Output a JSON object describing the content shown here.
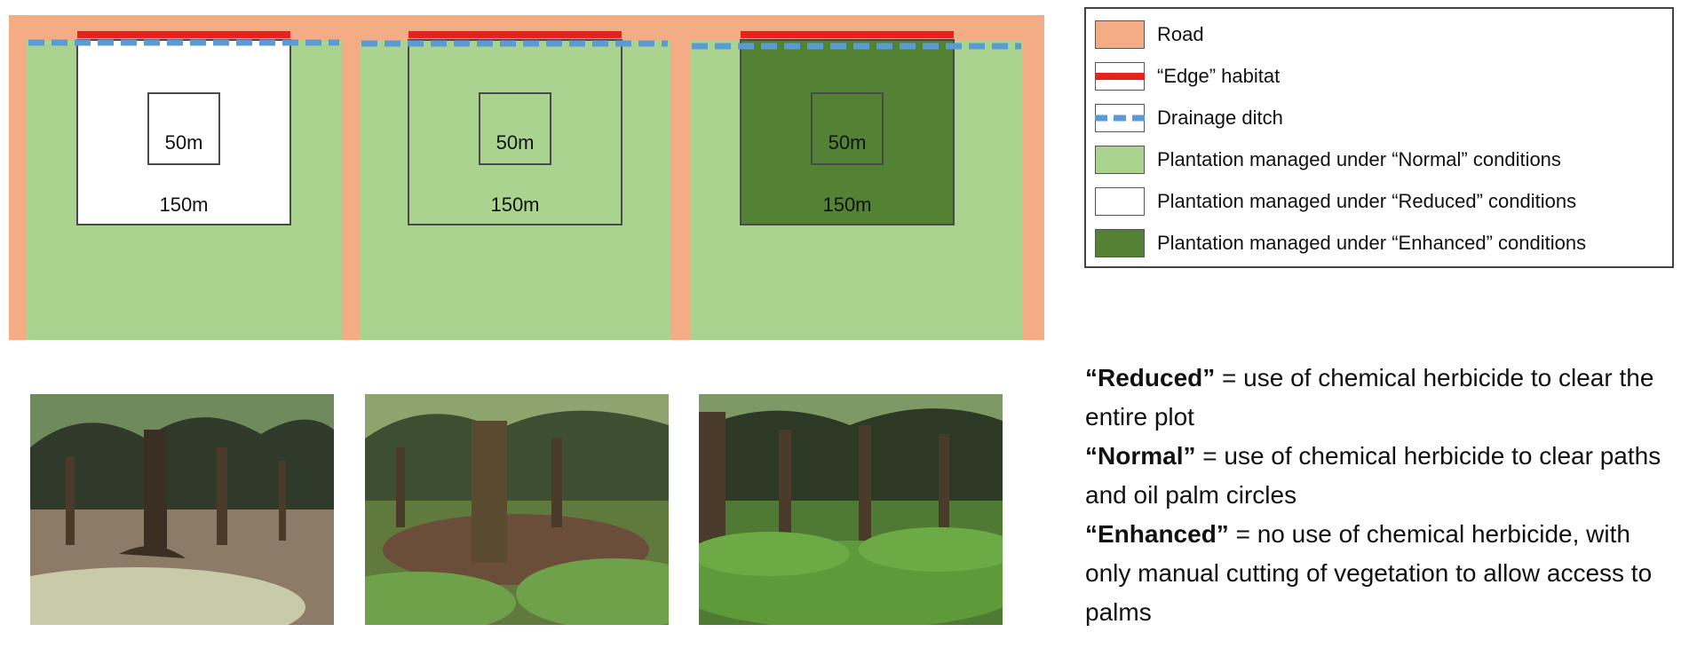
{
  "colors": {
    "road": "#F3AC83",
    "normal": "#A9D38E",
    "reduced": "#FFFFFF",
    "enhanced": "#548235",
    "edge": "#E8201E",
    "ditch": "#5B9BD5",
    "outline": "#4A4A4A"
  },
  "plots": [
    {
      "treatment": "Reduced",
      "inner_label": "50m",
      "outer_label": "150m"
    },
    {
      "treatment": "Normal",
      "inner_label": "50m",
      "outer_label": "150m"
    },
    {
      "treatment": "Enhanced",
      "inner_label": "50m",
      "outer_label": "150m"
    }
  ],
  "legend": [
    {
      "key": "road",
      "label": "Road"
    },
    {
      "key": "edge",
      "label": "“Edge” habitat"
    },
    {
      "key": "ditch",
      "label": "Drainage ditch"
    },
    {
      "key": "normal",
      "label": "Plantation managed under “Normal” conditions"
    },
    {
      "key": "reduced",
      "label": "Plantation managed under “Reduced” conditions"
    },
    {
      "key": "enhanced",
      "label": "Plantation managed under “Enhanced” conditions"
    }
  ],
  "definitions": [
    {
      "term": "“Reduced”",
      "text": " = use of chemical herbicide to clear the entire plot"
    },
    {
      "term": "“Normal”",
      "text": " = use of chemical herbicide to clear paths and oil palm circles"
    },
    {
      "term": "“Enhanced”",
      "text": " = no use of chemical herbicide, with only manual cutting of vegetation to allow access to palms"
    }
  ],
  "photos": [
    {
      "plot": "Reduced",
      "icon": "plantation-photo-reduced"
    },
    {
      "plot": "Normal",
      "icon": "plantation-photo-normal"
    },
    {
      "plot": "Enhanced",
      "icon": "plantation-photo-enhanced"
    }
  ]
}
